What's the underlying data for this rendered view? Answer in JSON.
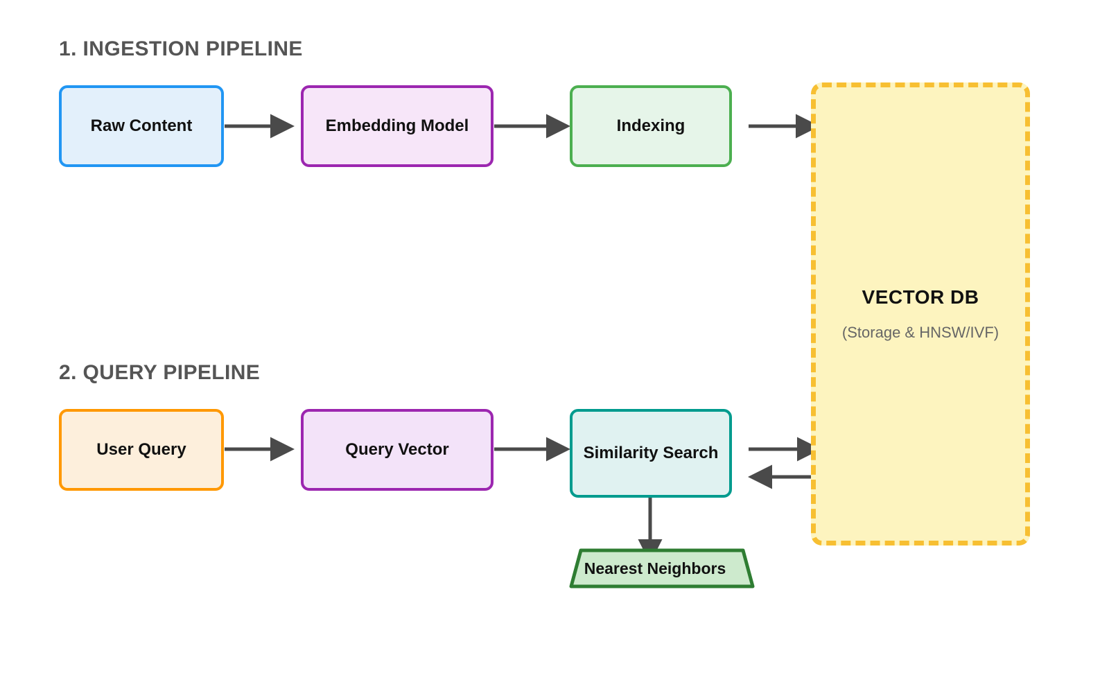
{
  "diagram": {
    "background": "#ffffff",
    "sections": [
      {
        "id": "ingestion",
        "title": "1. INGESTION PIPELINE"
      },
      {
        "id": "query",
        "title": "2. QUERY PIPELINE"
      }
    ],
    "nodes": {
      "raw_content": {
        "label": "Raw Content",
        "border": "#2196f3",
        "fill": "#e3f0fb"
      },
      "embedding_model": {
        "label": "Embedding Model",
        "border": "#9c27b0",
        "fill": "#f7e6f9"
      },
      "indexing": {
        "label": "Indexing",
        "border": "#4caf50",
        "fill": "#e6f5e9"
      },
      "user_query": {
        "label": "User Query",
        "border": "#ff9800",
        "fill": "#fdefdc"
      },
      "query_vector": {
        "label": "Query Vector",
        "border": "#9c27b0",
        "fill": "#f3e3f9"
      },
      "similarity_search": {
        "label": "Similarity Search",
        "border": "#009b8e",
        "fill": "#e0f2f1"
      },
      "nearest_neighbors": {
        "label": "Nearest Neighbors",
        "border": "#2e7d32",
        "fill": "#cdeacd"
      }
    },
    "vector_db": {
      "title": "VECTOR DB",
      "subtitle": "(Storage & HNSW/IVF)",
      "border": "#f7bf32",
      "fill": "#fdf4bf",
      "border_style": "dashed"
    },
    "edges": {
      "color": "#4a4a4a",
      "list": [
        {
          "from": "raw_content",
          "to": "embedding_model",
          "direction": "forward"
        },
        {
          "from": "embedding_model",
          "to": "indexing",
          "direction": "forward"
        },
        {
          "from": "indexing",
          "to": "vector_db",
          "direction": "forward"
        },
        {
          "from": "user_query",
          "to": "query_vector",
          "direction": "forward"
        },
        {
          "from": "query_vector",
          "to": "similarity_search",
          "direction": "forward"
        },
        {
          "from": "similarity_search",
          "to": "vector_db",
          "direction": "forward"
        },
        {
          "from": "vector_db",
          "to": "similarity_search",
          "direction": "forward"
        },
        {
          "from": "similarity_search",
          "to": "nearest_neighbors",
          "direction": "forward"
        }
      ]
    }
  }
}
